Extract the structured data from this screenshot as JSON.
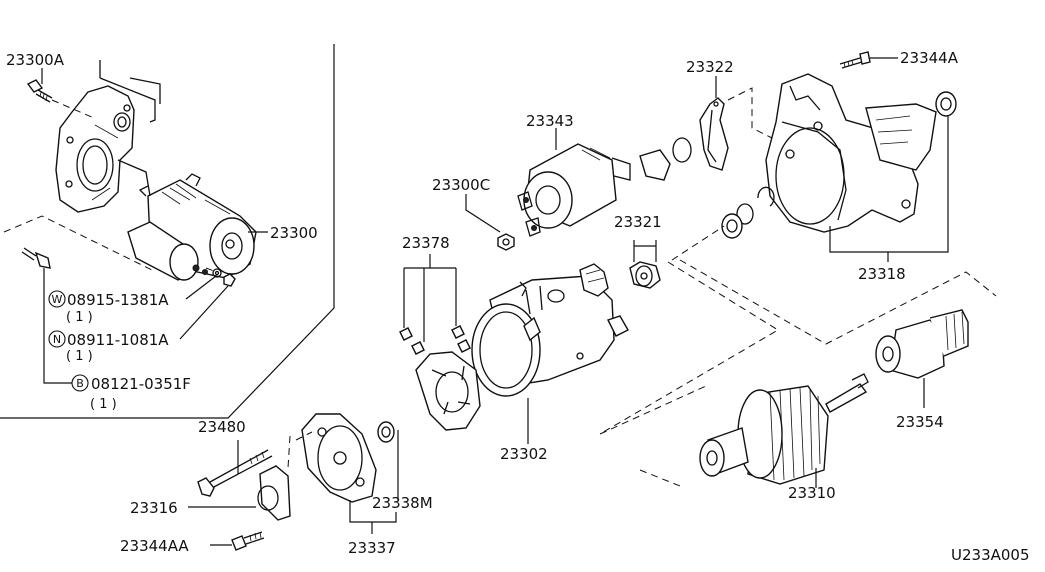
{
  "diagram_code": "U233A005",
  "parts": {
    "p23300A": "23300A",
    "p23300": "23300",
    "p23300C": "23300C",
    "p23343": "23343",
    "p23322": "23322",
    "p23344A": "23344A",
    "p23321": "23321",
    "p23318": "23318",
    "p23378": "23378",
    "p23302": "23302",
    "p23354": "23354",
    "p23310": "23310",
    "p23480": "23480",
    "p23316": "23316",
    "p23344AA": "23344AA",
    "p23338M": "23338M",
    "p23337": "23337"
  },
  "fasteners": {
    "washer": {
      "prefix": "W",
      "number": "08915-1381A",
      "qty": "( 1 )"
    },
    "nut": {
      "prefix": "N",
      "number": "08911-1081A",
      "qty": "( 1 )"
    },
    "bolt": {
      "prefix": "B",
      "number": "08121-0351F",
      "qty": "( 1 )"
    }
  }
}
